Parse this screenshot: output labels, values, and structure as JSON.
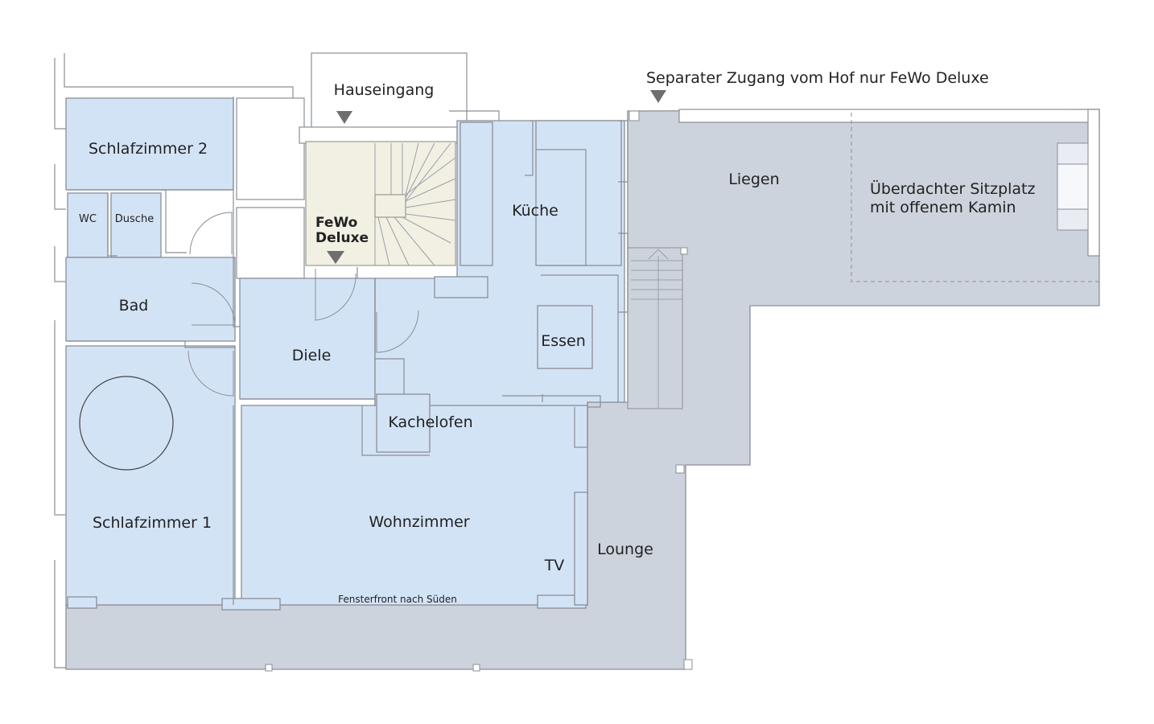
{
  "colors": {
    "room_fill": "#d3e3f6",
    "terrace_fill": "#cdd3dc",
    "stair_fill": "#f2efe3",
    "wall_stroke": "#8a8f96",
    "marker": "#6e6e6e"
  },
  "labels": {
    "hauseingang": "Hauseingang",
    "separater_zugang": "Separater Zugang vom Hof nur FeWo Deluxe",
    "schlafzimmer2": "Schlafzimmer 2",
    "wc": "WC",
    "dusche": "Dusche",
    "bad": "Bad",
    "fewo_line1": "FeWo",
    "fewo_line2": "Deluxe",
    "kueche": "Küche",
    "liegen": "Liegen",
    "sitzplatz_line1": "Überdachter Sitzplatz",
    "sitzplatz_line2": "mit offenem Kamin",
    "diele": "Diele",
    "essen": "Essen",
    "kachelofen": "Kachelofen",
    "schlafzimmer1": "Schlafzimmer 1",
    "wohnzimmer": "Wohnzimmer",
    "tv": "TV",
    "lounge": "Lounge",
    "fensterfront": "Fensterfront nach Süden"
  },
  "icons": {
    "entrance_marker": "triangle-down",
    "separate_access_marker": "triangle-down",
    "fewo_marker": "triangle-down",
    "stair_arrow": "arrow-up"
  }
}
